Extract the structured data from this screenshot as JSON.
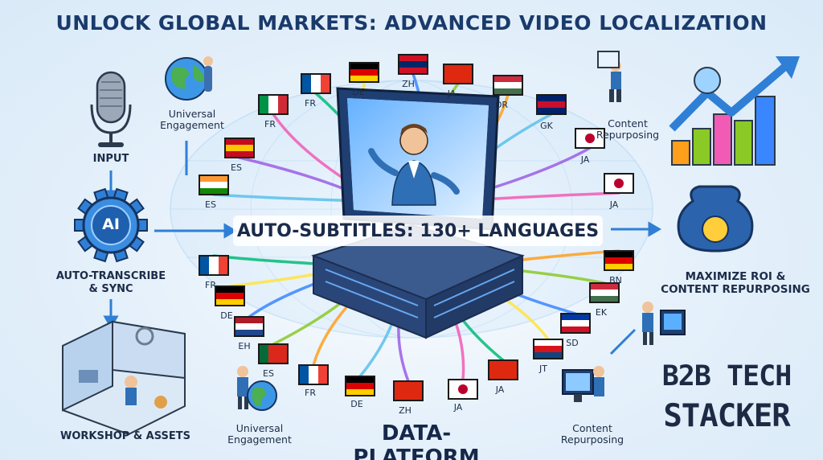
{
  "title": "UNLOCK GLOBAL MARKETS: ADVANCED VIDEO LOCALIZATION",
  "center_banner": "AUTO-SUBTITLES: 130+ LANGUAGES",
  "platform_label": "DATA-PLATFORM",
  "brand": {
    "line1": "B2B TECH",
    "line2": "STACKER"
  },
  "labels": {
    "input": "INPUT",
    "ai": "AI",
    "transcribe": "AUTO-TRANSCRIBE\n& SYNC",
    "workshop": "WORKSHOP & ASSETS",
    "universal_top": "Universal\nEngagement",
    "universal_bottom": "Universal\nEngagement",
    "repurpose_top": "Content\nRepurposing",
    "repurpose_bottom": "Content\nRepurposing",
    "maximize": "MAXIMIZE ROI &\nCONTENT REPURPOSING"
  },
  "flags_top": [
    {
      "code": "ES",
      "colors": [
        "#ff9933",
        "#ffffff",
        "#138808"
      ],
      "dir": "h"
    },
    {
      "code": "ES",
      "colors": [
        "#c60b1e",
        "#ffc400",
        "#c60b1e"
      ],
      "dir": "h"
    },
    {
      "code": "FR",
      "colors": [
        "#009246",
        "#ffffff",
        "#ce2b37"
      ],
      "dir": "v"
    },
    {
      "code": "FR",
      "colors": [
        "#0055a4",
        "#ffffff",
        "#ef4135"
      ],
      "dir": "v"
    },
    {
      "code": "DE",
      "colors": [
        "#000000",
        "#dd0000",
        "#ffce00"
      ],
      "dir": "h"
    },
    {
      "code": "ZH",
      "colors": [
        "#ce1126",
        "#002868",
        "#ce1126"
      ],
      "dir": "h"
    },
    {
      "code": "JA",
      "colors": [
        "#de2910",
        "#de2910",
        "#de2910"
      ],
      "dir": "h"
    },
    {
      "code": "DR",
      "colors": [
        "#cd2a3e",
        "#ffffff",
        "#436f4d"
      ],
      "dir": "h"
    },
    {
      "code": "GK",
      "colors": [
        "#012169",
        "#c8102e",
        "#012169"
      ],
      "dir": "h"
    },
    {
      "code": "JA",
      "colors": [
        "#ffffff",
        "#ffffff",
        "#ffffff"
      ],
      "dir": "h"
    },
    {
      "code": "JA",
      "colors": [
        "#ffffff",
        "#ffffff",
        "#ffffff"
      ],
      "dir": "h"
    }
  ],
  "flags_bottom": [
    {
      "code": "FR",
      "colors": [
        "#0055a4",
        "#ffffff",
        "#ef4135"
      ],
      "dir": "v"
    },
    {
      "code": "DE",
      "colors": [
        "#000000",
        "#dd0000",
        "#ffce00"
      ],
      "dir": "h"
    },
    {
      "code": "EH",
      "colors": [
        "#ae1c28",
        "#ffffff",
        "#21468b"
      ],
      "dir": "h"
    },
    {
      "code": "ES",
      "colors": [
        "#046a38",
        "#da291c",
        "#da291c"
      ],
      "dir": "v"
    },
    {
      "code": "FR",
      "colors": [
        "#0055a4",
        "#ffffff",
        "#ef4135"
      ],
      "dir": "v"
    },
    {
      "code": "DE",
      "colors": [
        "#000000",
        "#dd0000",
        "#ffce00"
      ],
      "dir": "h"
    },
    {
      "code": "ZH",
      "colors": [
        "#de2910",
        "#de2910",
        "#de2910"
      ],
      "dir": "h"
    },
    {
      "code": "JA",
      "colors": [
        "#ffffff",
        "#ffffff",
        "#ffffff"
      ],
      "dir": "h"
    },
    {
      "code": "JA",
      "colors": [
        "#de2910",
        "#de2910",
        "#de2910"
      ],
      "dir": "h"
    },
    {
      "code": "JT",
      "colors": [
        "#ffffff",
        "#d7141a",
        "#11457e"
      ],
      "dir": "h"
    },
    {
      "code": "SD",
      "colors": [
        "#0038a8",
        "#ffffff",
        "#ce1126"
      ],
      "dir": "h"
    },
    {
      "code": "EK",
      "colors": [
        "#cd2a3e",
        "#ffffff",
        "#436f4d"
      ],
      "dir": "h"
    },
    {
      "code": "BN",
      "colors": [
        "#000000",
        "#dd0000",
        "#ffce00"
      ],
      "dir": "h"
    }
  ],
  "colors": {
    "title": "#1a3a6b",
    "accent_blue": "#2f7fd6",
    "flow_colors": [
      "#5bc0eb",
      "#9b5de5",
      "#f15bb5",
      "#00bb77",
      "#fee440",
      "#3a86ff",
      "#8ac926",
      "#ff9f1c"
    ]
  }
}
